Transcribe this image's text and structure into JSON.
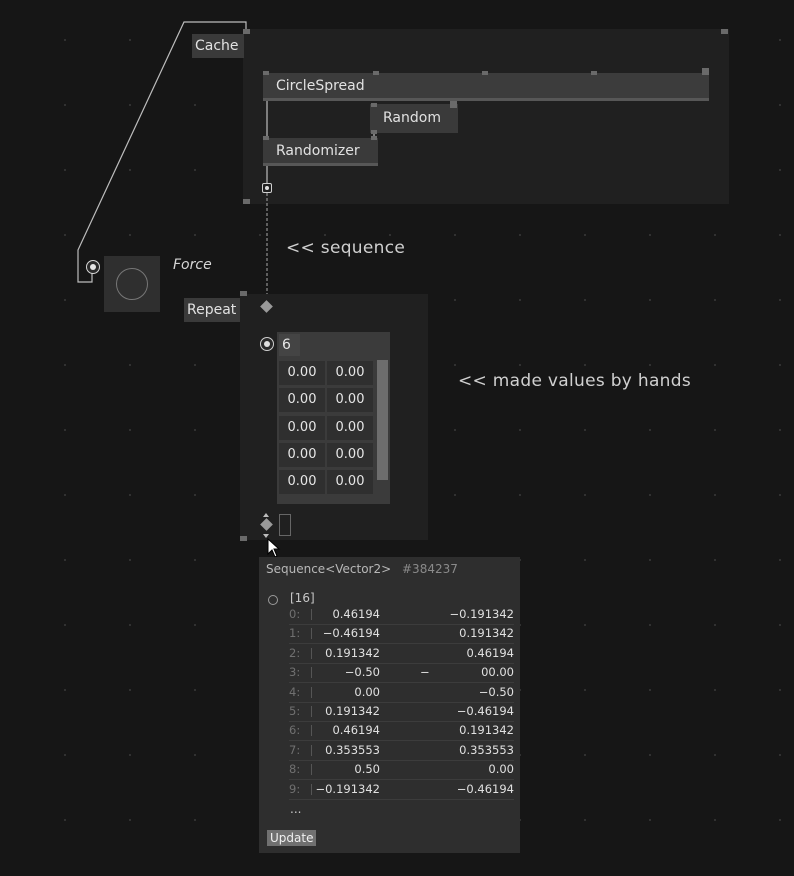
{
  "nodes": {
    "cache": "Cache",
    "circlespread": "CircleSpread",
    "random": "Random",
    "randomizer": "Randomizer",
    "force": "Force",
    "repeat": "Repeat"
  },
  "comments": {
    "sequence": "<< sequence",
    "made_values": "<< made values by hands"
  },
  "spread_editor": {
    "count": "6",
    "rows": [
      [
        "0.00",
        "0.00"
      ],
      [
        "0.00",
        "0.00"
      ],
      [
        "0.00",
        "0.00"
      ],
      [
        "0.00",
        "0.00"
      ],
      [
        "0.00",
        "0.00"
      ]
    ]
  },
  "tooltip": {
    "type_label": "Sequence<Vector2>",
    "hash": "#384237",
    "count": "[16]",
    "rows": [
      {
        "index": "0:",
        "x": "0.46194",
        "y": "−0.191342"
      },
      {
        "index": "1:",
        "x": "−0.46194",
        "y": "0.191342"
      },
      {
        "index": "2:",
        "x": "0.191342",
        "y": "0.46194"
      },
      {
        "index": "3:",
        "x": "−0.50",
        "y": "00.00",
        "mid": "−"
      },
      {
        "index": "4:",
        "x": "0.00",
        "y": "−0.50"
      },
      {
        "index": "5:",
        "x": "0.191342",
        "y": "−0.46194"
      },
      {
        "index": "6:",
        "x": "0.46194",
        "y": "0.191342"
      },
      {
        "index": "7:",
        "x": "0.353553",
        "y": "0.353553"
      },
      {
        "index": "8:",
        "x": "0.50",
        "y": "0.00"
      },
      {
        "index": "9:",
        "x": "−0.191342",
        "y": "−0.46194"
      }
    ],
    "ellipsis": "...",
    "update_label": "Update"
  },
  "colors": {
    "background": "#161616",
    "region": "#202020",
    "node": "#3a3a3a",
    "tooltip": "#2e2e2e"
  }
}
